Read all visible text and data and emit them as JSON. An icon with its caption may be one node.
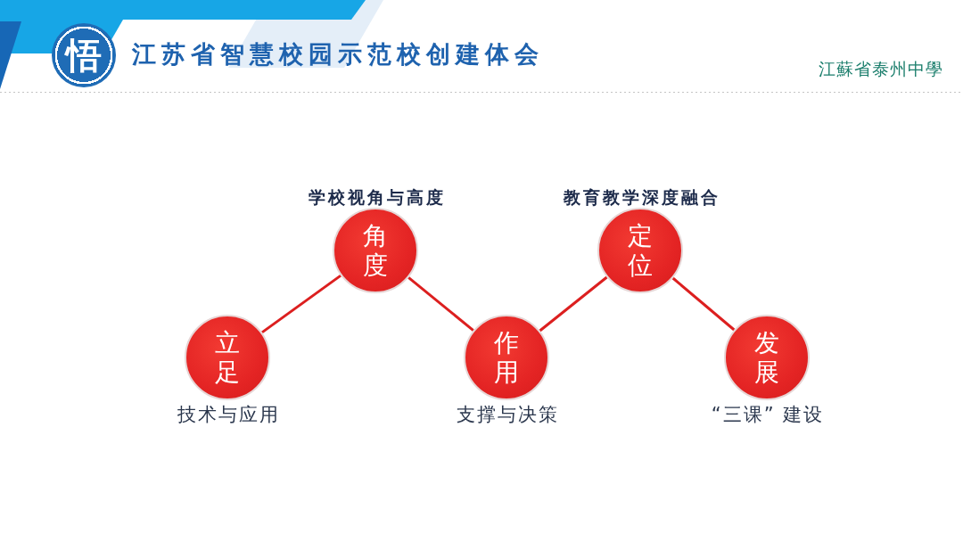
{
  "diagram": {
    "title": "江苏省智慧校园示范校创建体会",
    "nodes": [
      {
        "text": [
          "悟"
        ]
      },
      {
        "text": [
          "立足"
        ],
        "beside": [
          "技术与应用"
        ]
      },
      {
        "text": [
          "角度"
        ],
        "beside": [
          "学校视角与高度"
        ]
      },
      {
        "text": [
          "作用"
        ],
        "beside": [
          "支撑与决策"
        ]
      },
      {
        "text": [
          "定位"
        ],
        "beside": [
          "教育教学深度融合"
        ]
      },
      {
        "text": [
          "发展"
        ],
        "beside": [
          "“三课” 建设"
        ]
      }
    ],
    "edges": [
      {
        "from": 1,
        "to": 2,
        "arrow": "none"
      },
      {
        "from": 2,
        "to": 3,
        "arrow": "none"
      },
      {
        "from": 3,
        "to": 4,
        "arrow": "none"
      },
      {
        "from": 4,
        "to": 5,
        "arrow": "none"
      }
    ],
    "labels": [
      "江蘇省泰州中學"
    ]
  }
}
